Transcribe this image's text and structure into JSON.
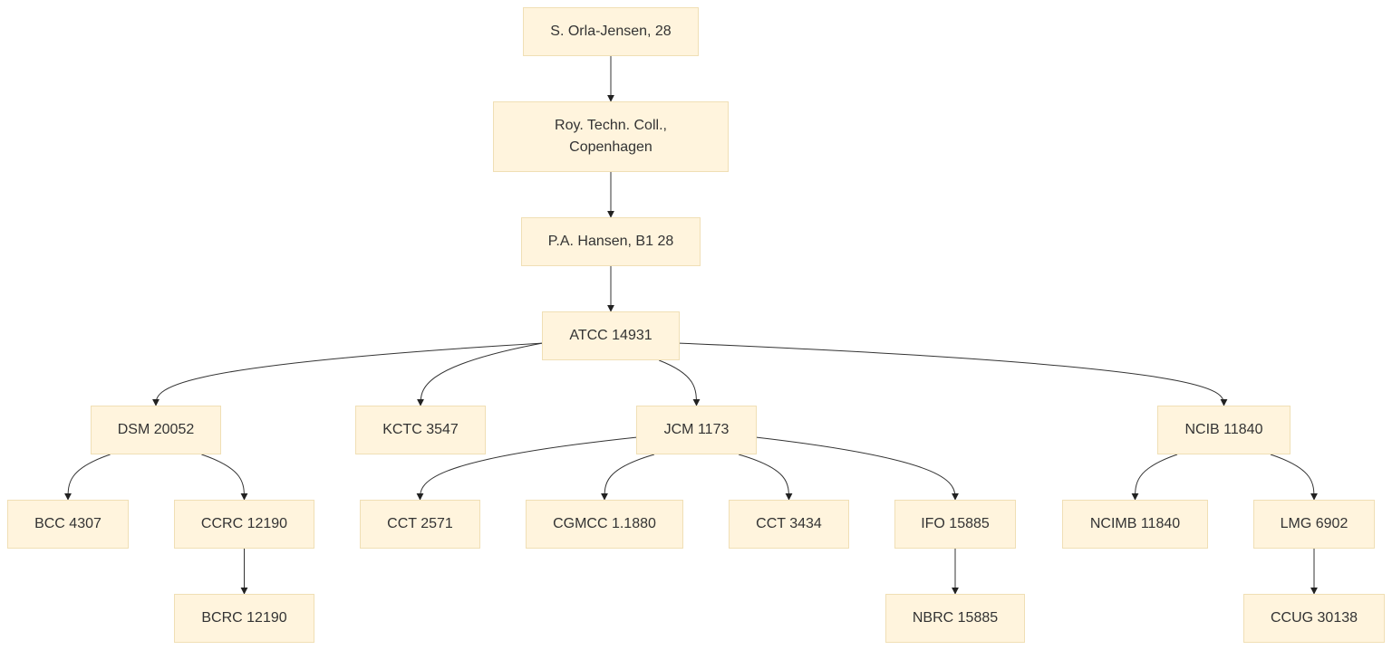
{
  "nodes": {
    "orla_jensen": "S. Orla-Jensen, 28",
    "roy_techn_line1": "Roy. Techn. Coll.,",
    "roy_techn_line2": "Copenhagen",
    "hansen": "P.A. Hansen, B1 28",
    "atcc": "ATCC 14931",
    "dsm": "DSM 20052",
    "kctc": "KCTC 3547",
    "jcm": "JCM 1173",
    "ncib": "NCIB 11840",
    "bcc": "BCC 4307",
    "ccrc": "CCRC 12190",
    "bcrc": "BCRC 12190",
    "cct2571": "CCT 2571",
    "cgmcc": "CGMCC 1.1880",
    "cct3434": "CCT 3434",
    "ifo": "IFO 15885",
    "nbrc": "NBRC 15885",
    "ncimb": "NCIMB 11840",
    "lmg": "LMG 6902",
    "ccug": "CCUG 30138"
  },
  "edges": [
    [
      "orla_jensen",
      "roy_techn"
    ],
    [
      "roy_techn",
      "hansen"
    ],
    [
      "hansen",
      "atcc"
    ],
    [
      "atcc",
      "dsm"
    ],
    [
      "atcc",
      "kctc"
    ],
    [
      "atcc",
      "jcm"
    ],
    [
      "atcc",
      "ncib"
    ],
    [
      "dsm",
      "bcc"
    ],
    [
      "dsm",
      "ccrc"
    ],
    [
      "ccrc",
      "bcrc"
    ],
    [
      "jcm",
      "cct2571"
    ],
    [
      "jcm",
      "cgmcc"
    ],
    [
      "jcm",
      "cct3434"
    ],
    [
      "jcm",
      "ifo"
    ],
    [
      "ifo",
      "nbrc"
    ],
    [
      "ncib",
      "ncimb"
    ],
    [
      "ncib",
      "lmg"
    ],
    [
      "lmg",
      "ccug"
    ]
  ],
  "colors": {
    "node_fill": "#fff4dd",
    "node_border": "#f0dfb5",
    "edge": "#333333"
  }
}
